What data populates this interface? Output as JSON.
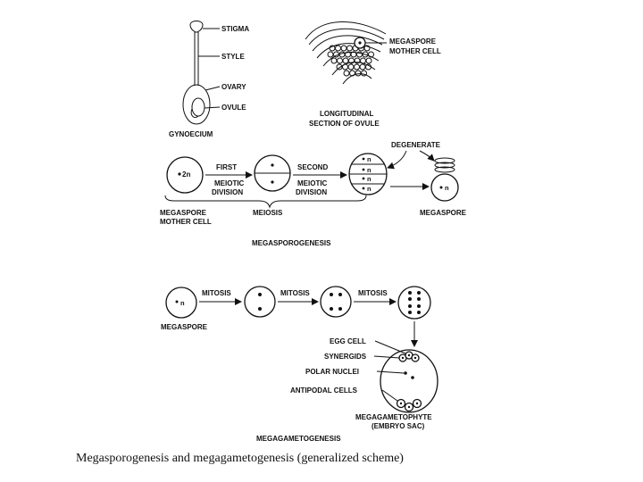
{
  "gynoecium": {
    "stigma": "STIGMA",
    "style": "STYLE",
    "ovary": "OVARY",
    "ovule": "OVULE",
    "title": "GYNOECIUM"
  },
  "ovule_section": {
    "mmc_line1": "MEGASPORE",
    "mmc_line2": "MOTHER CELL",
    "title_line1": "LONGITUDINAL",
    "title_line2": "SECTION OF OVULE"
  },
  "megasporogenesis": {
    "degenerate": "DEGENERATE",
    "first_line1": "FIRST",
    "first_line2": "MEIOTIC",
    "first_line3": "DIVISION",
    "second_line1": "SECOND",
    "second_line2": "MEIOTIC",
    "second_line3": "DIVISION",
    "mmc_nucleus": "2n",
    "n": "n",
    "mmc_line1": "MEGASPORE",
    "mmc_line2": "MOTHER CELL",
    "meiosis": "MEIOSIS",
    "megaspore": "MEGASPORE",
    "title": "MEGASPOROGENESIS"
  },
  "megagametogenesis": {
    "n": "n",
    "mitosis_1": "MITOSIS",
    "mitosis_2": "MITOSIS",
    "mitosis_3": "MITOSIS",
    "megaspore": "MEGASPORE",
    "egg_cell": "EGG CELL",
    "synergids": "SYNERGIDS",
    "polar_nuclei": "POLAR NUCLEI",
    "antipodal_cells": "ANTIPODAL CELLS",
    "megagametophyte": "MEGAGAMETOPHYTE",
    "embryo_sac": "(EMBRYO SAC)",
    "title": "MEGAGAMETOGENESIS"
  },
  "caption": "Megasporogenesis and megagametogenesis (generalized scheme)"
}
